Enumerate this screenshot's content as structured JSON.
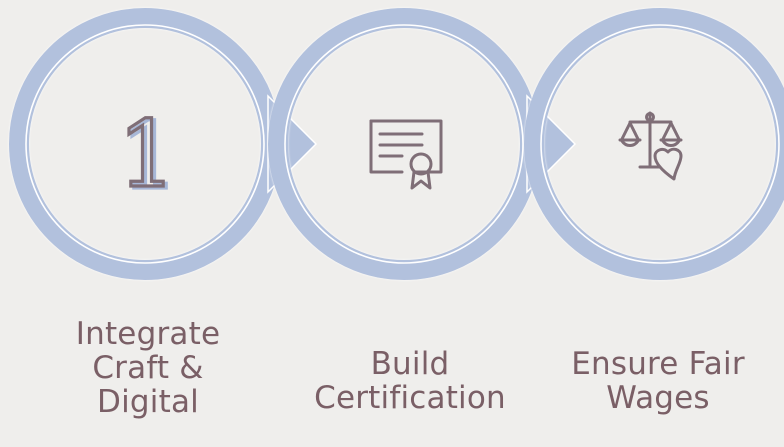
{
  "process": {
    "steps": [
      {
        "icon": "number-one-icon",
        "icon_text": "1",
        "label_lines": [
          "Integrate",
          "Craft &",
          "Digital"
        ]
      },
      {
        "icon": "certificate-icon",
        "label_lines": [
          "Build",
          "Certification"
        ]
      },
      {
        "icon": "scales-heart-icon",
        "label_lines": [
          "Ensure Fair",
          "Wages"
        ]
      }
    ]
  },
  "colors": {
    "background": "#efeeec",
    "ring": "#b2c1dd",
    "ring_highlight": "#ffffff",
    "icon_stroke": "#7f6e77",
    "icon_shadow": "#a7b7d7",
    "text": "#7a5f66"
  }
}
